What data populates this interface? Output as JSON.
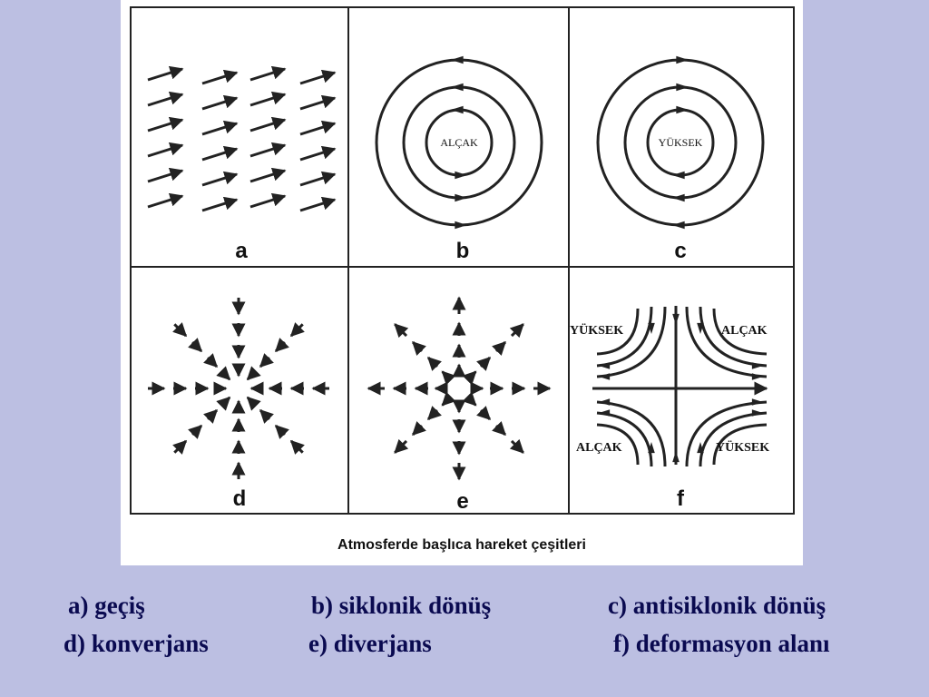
{
  "panels": [
    {
      "letter": "a"
    },
    {
      "letter": "b",
      "center_label": "ALÇAK"
    },
    {
      "letter": "c",
      "center_label": "YÜKSEK"
    },
    {
      "letter": "d"
    },
    {
      "letter": "e"
    },
    {
      "letter": "f",
      "corner_labels": {
        "top_left": "YÜKSEK",
        "top_right": "ALÇAK",
        "bottom_left": "ALÇAK",
        "bottom_right": "YÜKSEK"
      }
    }
  ],
  "figure_caption": "Atmosferde başlıca hareket çeşitleri",
  "legend": {
    "row1": [
      "a) geçiş",
      "b) siklonik dönüş",
      "c) antisiklonik dönüş"
    ],
    "row2": [
      "d) konverjans",
      "e) diverjans",
      "f) deformasyon alanı"
    ]
  },
  "colors": {
    "background": "#bcbfe2",
    "legend_text": "#0a0a50",
    "line": "#222222"
  }
}
